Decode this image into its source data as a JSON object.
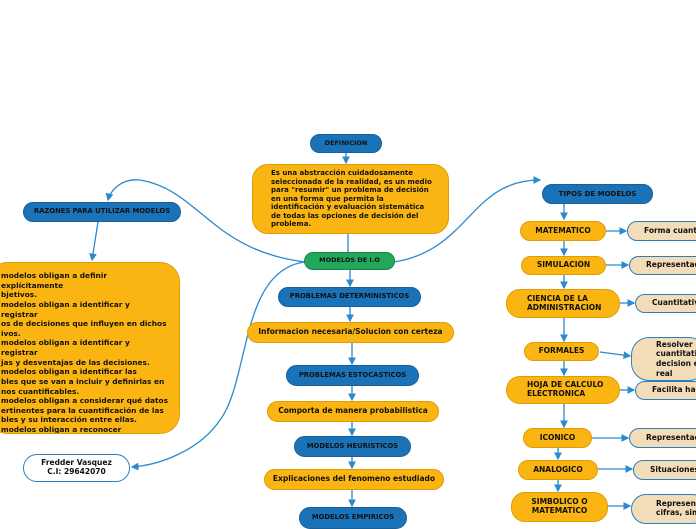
{
  "nodes": {
    "definicion": "DEFINICION",
    "definicion_text": "Es una abstracción cuidadosamente\nseleccionada de la realidad, es un medio\npara \"resumir\" un problema de decisión\nen una forma que permita la\nidentificación y evaluación sistemática\nde todas las opciones de decisión del\nproblema.",
    "modelos_io": "MODELOS DE I.O",
    "problemas_deterministicos": "PROBLEMAS DETERMINISTICOS",
    "informacion_necesaria": "Informacion necesaria/Solucion con certeza",
    "problemas_estocasticos": "PROBLEMAS ESTOCASTICOS",
    "comporta_probabilistica": "Comporta de manera probabilistica",
    "modelos_heuristicos": "MODELOS HEURISTICOS",
    "explicaciones_fenomeno": "Explicaciones del fenomeno estudiado",
    "modelos_empiricos": "MODELOS EMPIRICOS",
    "razones": "RAZONES PARA UTILIZAR MODELOS",
    "razones_text": "modelos obligan a definir explícitamente\nbjetivos.\nmodelos obligan a identificar y registrar\nos de decisiones que influyen en dichos\nivos.\nmodelos obligan a identificar y registrar\njas y desventajas de las decisiones.\nmodelos obligan a identificar las\nbles que se van a incluir y definirlas en\nnos cuantificables.\nmodelos obligan a considerar qué datos\nertinentes para la cuantificación de las\nbles y su interacción entre ellas.\nmodelos obligan a reconocer\nicciones o limitaciones en los valores de\nvariables.\nmodelos permiten que se comuniquen\n claras y precisas, por lo tanto mejora el\njo en equipo.",
    "autor": "Fredder Vasquez\nC.I: 29642070",
    "tipos": "TIPOS DE MODELOS",
    "matematico": "MATEMATICO",
    "simulacion": "SIMULACION",
    "ciencia": "CIENCIA DE LA\nADMINISTRACION",
    "formales": "FORMALES",
    "hoja": "HOJA DE CALCULO\nELECTRONICA",
    "iconico": "ICONICO",
    "analogico": "ANALOGICO",
    "simbolico": "SIMBOLICO O\nMATEMATICO",
    "matematico_desc": "Forma cuantit",
    "simulacion_desc": "Representad",
    "ciencia_desc": "Cuantitativo",
    "formales_desc": "Resolver p\ncuantitativ\ndecision e\nreal",
    "hoja_desc": "Facilita hac",
    "iconico_desc": "Representaci",
    "analogico_desc": "Situaciones",
    "simbolico_desc": "Represent\ncifras, sim"
  },
  "colors": {
    "blue": "#1a73b8",
    "yellow": "#fbb512",
    "green": "#22a85a",
    "beige": "#f3dcb8",
    "line": "#2a8ad0"
  }
}
